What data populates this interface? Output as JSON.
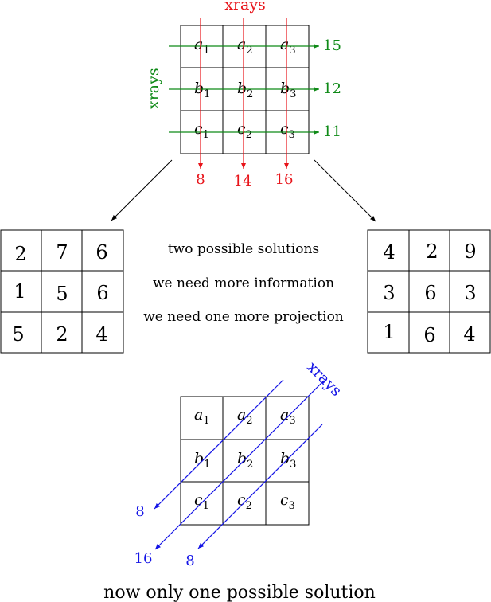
{
  "colors": {
    "red": "#e8141a",
    "green": "#0f8a17",
    "blue": "#1414e6",
    "black": "#000000"
  },
  "top_grid": {
    "cells": [
      [
        "a",
        "1"
      ],
      [
        "a",
        "2"
      ],
      [
        "a",
        "3"
      ],
      [
        "b",
        "1"
      ],
      [
        "b",
        "2"
      ],
      [
        "b",
        "3"
      ],
      [
        "c",
        "1"
      ],
      [
        "c",
        "2"
      ],
      [
        "c",
        "3"
      ]
    ],
    "xrays_label_top": "xrays",
    "xrays_label_left": "xrays",
    "row_sums": [
      "15",
      "12",
      "11"
    ],
    "col_sums": [
      "8",
      "14",
      "16"
    ]
  },
  "left_solution": [
    "2",
    "7",
    "6",
    "1",
    "5",
    "6",
    "5",
    "2",
    "4"
  ],
  "right_solution": [
    "4",
    "2",
    "9",
    "3",
    "6",
    "3",
    "1",
    "6",
    "4"
  ],
  "notes": {
    "line1": "two possible solutions",
    "line2": "we need more information",
    "line3": "we need one more projection"
  },
  "bottom_grid": {
    "cells": [
      [
        "a",
        "1"
      ],
      [
        "a",
        "2"
      ],
      [
        "a",
        "3"
      ],
      [
        "b",
        "1"
      ],
      [
        "b",
        "2"
      ],
      [
        "b",
        "3"
      ],
      [
        "c",
        "1"
      ],
      [
        "c",
        "2"
      ],
      [
        "c",
        "3"
      ]
    ],
    "xrays_label": "xrays",
    "diag_sums": [
      "8",
      "16",
      "8"
    ]
  },
  "caption": "now only one possible solution"
}
